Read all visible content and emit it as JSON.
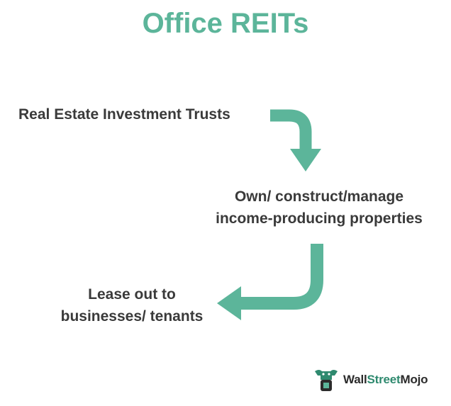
{
  "title": "Office REITs",
  "steps": [
    {
      "lines": [
        "Real Estate Investment Trusts"
      ]
    },
    {
      "lines": [
        "Own/ construct/manage",
        "income-producing properties"
      ]
    },
    {
      "lines": [
        "Lease out to",
        "businesses/ tenants"
      ]
    }
  ],
  "brand": {
    "part1": "Wall",
    "part2": "Street",
    "part3": "Mojo"
  },
  "colors": {
    "accent": "#5cb59a",
    "title": "#5cb59a",
    "text": "#3a3a3a",
    "brand_dark": "#2b2b2b",
    "brand_green": "#2f8a6f"
  },
  "icons": {
    "arrow_1": "curved-arrow-right-down-icon",
    "arrow_2": "curved-arrow-down-left-icon",
    "logo": "bull-logo-icon"
  }
}
